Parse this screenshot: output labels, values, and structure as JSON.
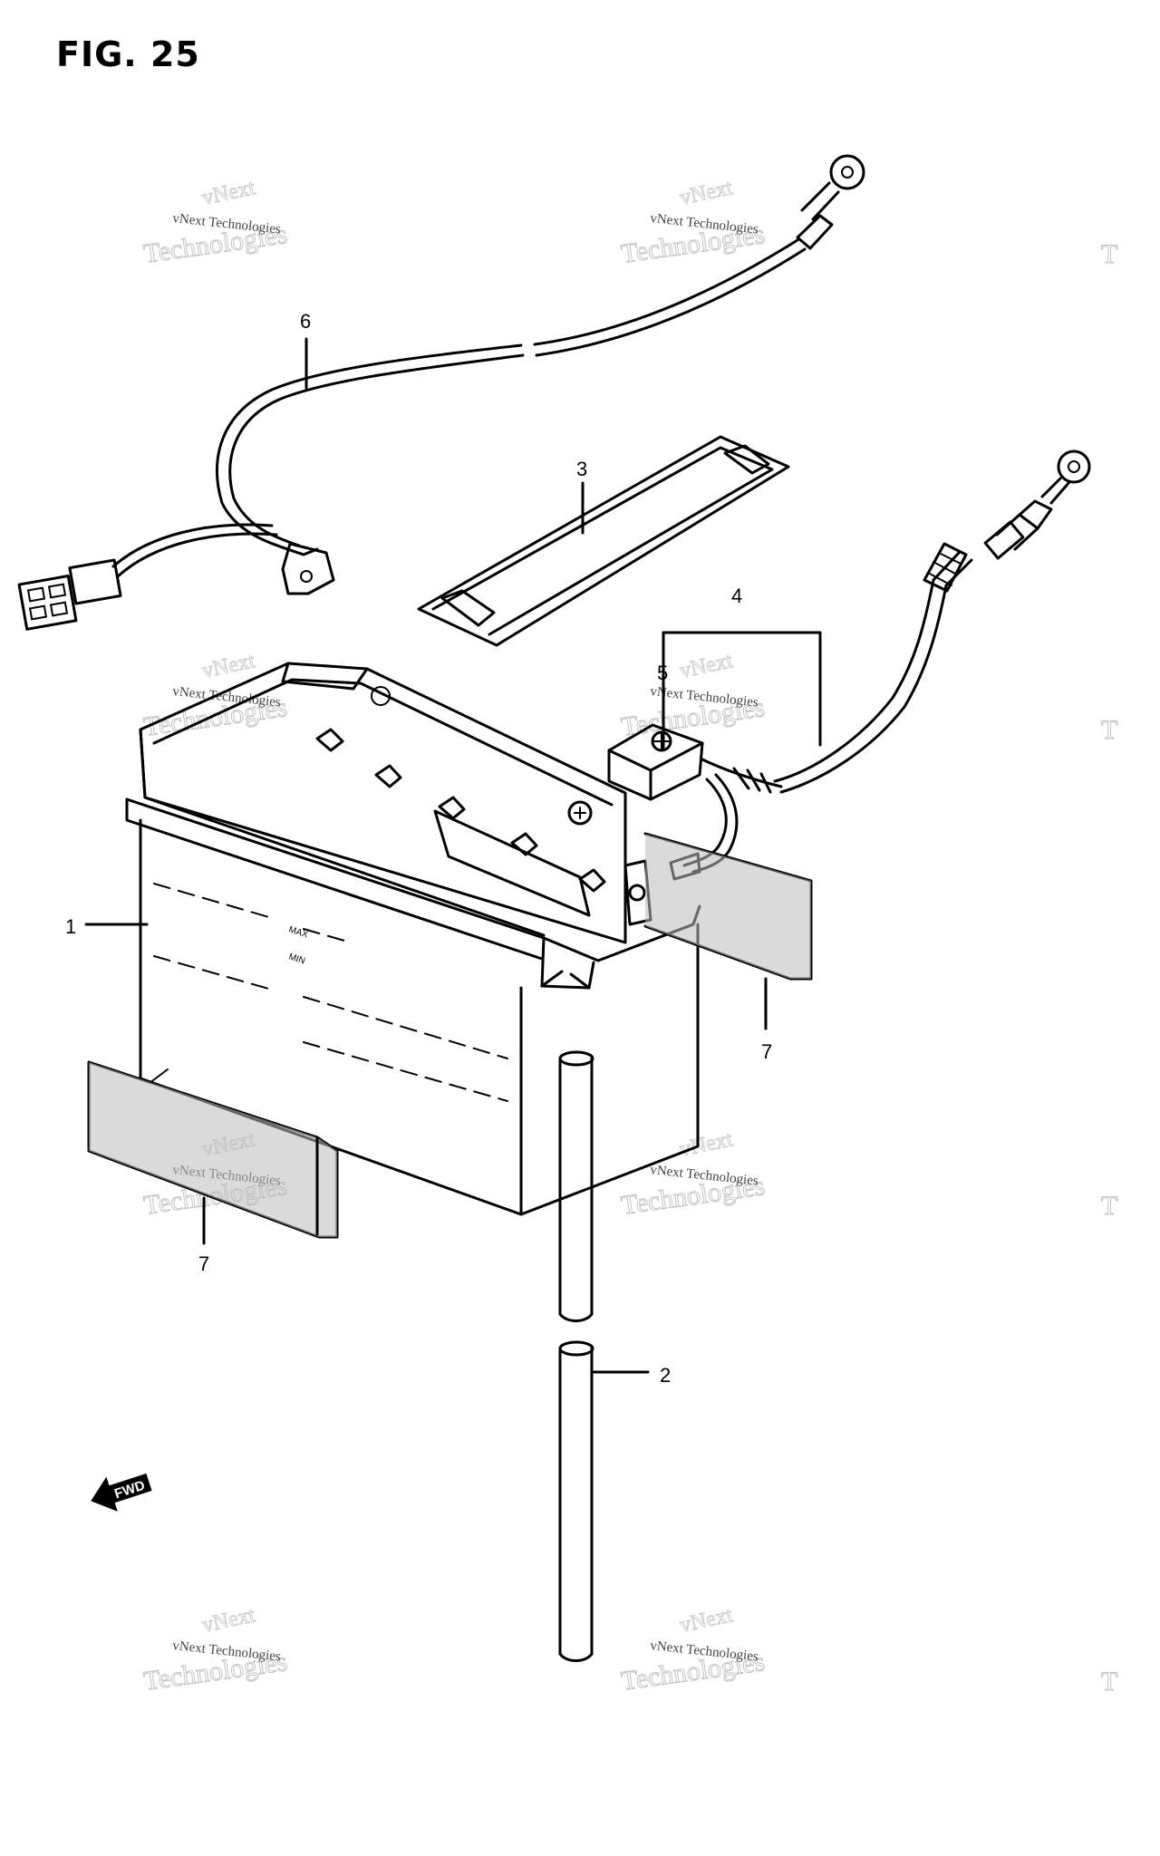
{
  "figure": {
    "title": "FIG. 25"
  },
  "callouts": [
    {
      "id": "1",
      "label": "1"
    },
    {
      "id": "2",
      "label": "2"
    },
    {
      "id": "3",
      "label": "3"
    },
    {
      "id": "4",
      "label": "4"
    },
    {
      "id": "5",
      "label": "5"
    },
    {
      "id": "6",
      "label": "6"
    },
    {
      "id": "7a",
      "label": "7"
    },
    {
      "id": "7b",
      "label": "7"
    }
  ],
  "battery": {
    "level_max": "MAX",
    "level_min": "MIN"
  },
  "fwd_arrow": {
    "label": "FWD"
  },
  "watermark": {
    "line1": "vNext Technologies",
    "line2": "Technologies",
    "line3": "vNext",
    "edge": "T"
  }
}
